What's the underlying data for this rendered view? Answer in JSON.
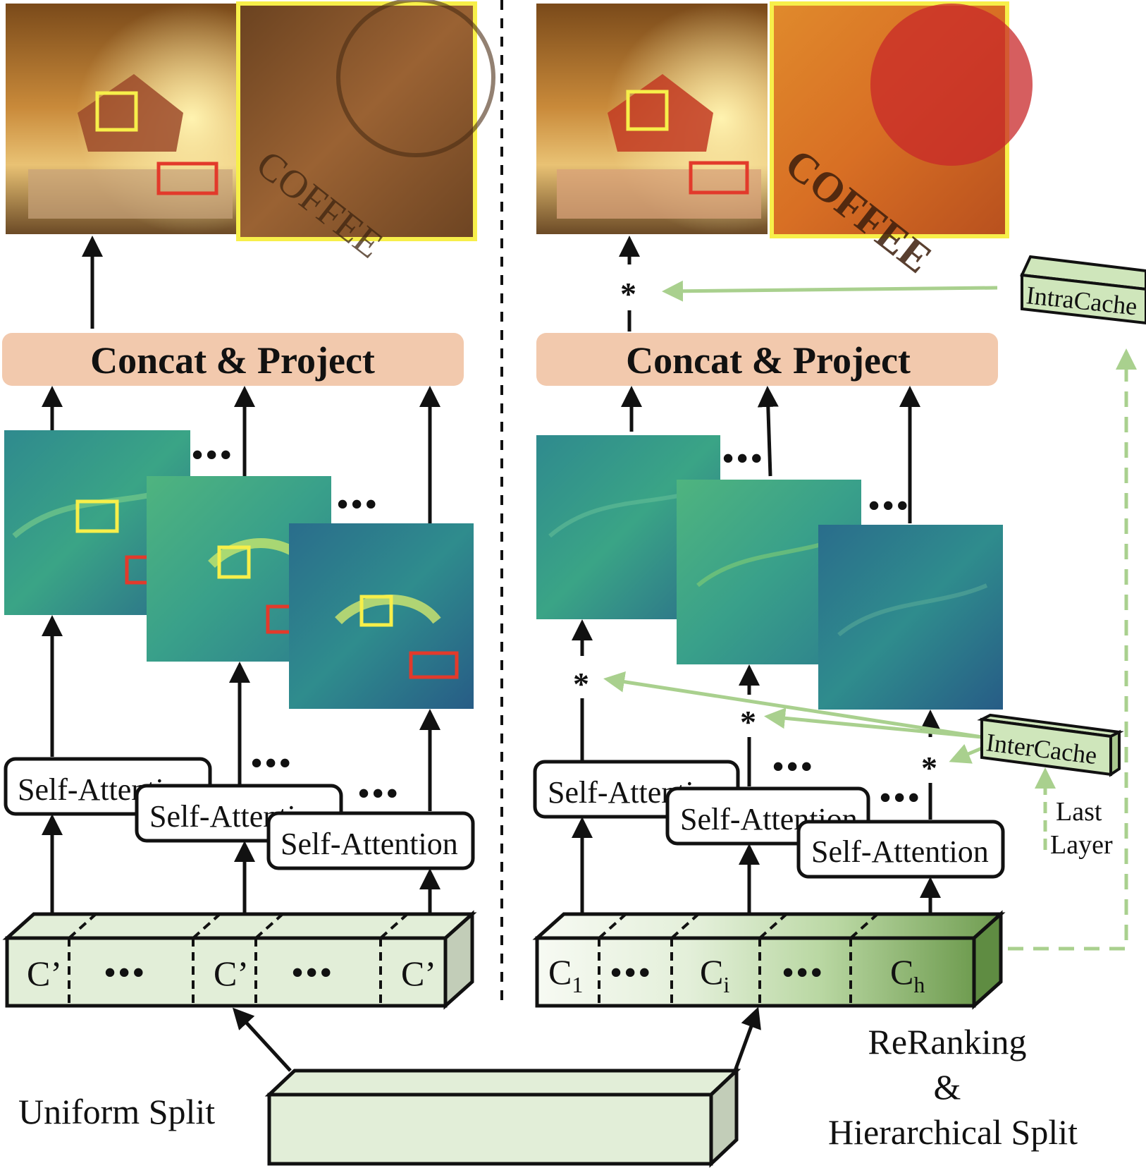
{
  "left_panel": {
    "project_label": "Concat & Project",
    "attention_labels": [
      "Self-Attention",
      "Self-Attention",
      "Self-Attention"
    ],
    "chunk_labels": [
      "C’",
      "•••",
      "C’",
      "•••",
      "C’"
    ],
    "split_label": "Uniform Split"
  },
  "right_panel": {
    "project_label": "Concat & Project",
    "attention_labels": [
      "Self-Attention",
      "Self-Attention",
      "Self-Attention"
    ],
    "chunk_labels": [
      "C",
      "•••",
      "C",
      "•••",
      "C"
    ],
    "chunk_subscripts": [
      "1",
      "",
      "i",
      "",
      "h"
    ],
    "split_label_lines": [
      "ReRanking",
      "&",
      "Hierarchical Split"
    ],
    "intra_cache_label": "IntraCache",
    "inter_cache_label": "InterCache",
    "last_layer_lines": [
      "Last",
      "Layer"
    ],
    "star_symbol": "*"
  },
  "ellipsis": "•••",
  "colors": {
    "project_fill": "#f2c9ad",
    "chunk_fill": "#e2eed8",
    "chunk_dark": "#6f9c50",
    "cache_fill": "#cfe6bb",
    "green_arrow": "#a9d08e",
    "box_yellow": "#f7ef4a",
    "box_red": "#e23a2b"
  }
}
